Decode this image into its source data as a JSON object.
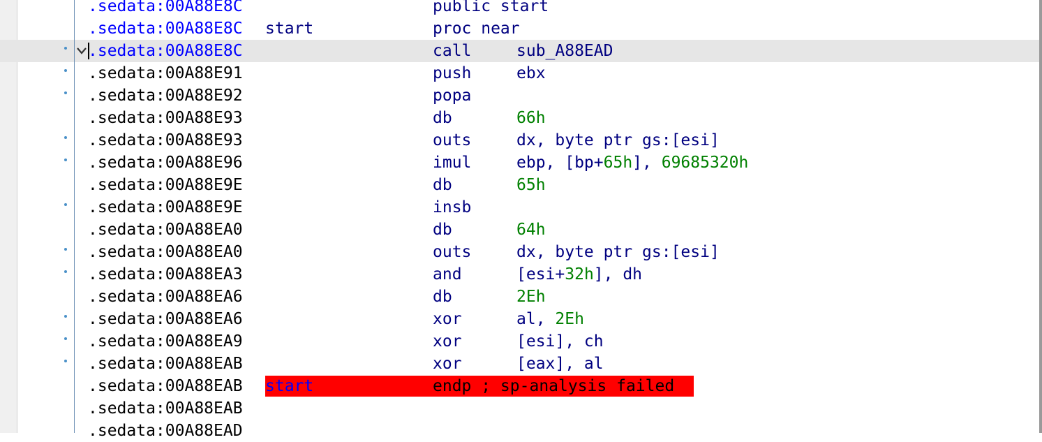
{
  "theme": {
    "segment_blue": "#0000ff",
    "mnemonic": "#000080",
    "number": "#008000",
    "label_blue": "#0000ff",
    "current_row_bg": "#e6e6e6",
    "error_bg": "#ff0000",
    "gutter_dot": "#4a90c8"
  },
  "current_row_icon": "chevron-down-icon",
  "rows": [
    {
      "addr": ".sedata:00A88E8C",
      "addr_color": "blue",
      "label": "",
      "mnemonic": "public start",
      "operands": [],
      "dot": false
    },
    {
      "addr": ".sedata:00A88E8C",
      "addr_color": "blue",
      "label": "start",
      "mnemonic": "proc near",
      "operands": [],
      "dot": false
    },
    {
      "addr": ".sedata:00A88E8C",
      "addr_color": "blue",
      "label": "",
      "mnemonic": "call",
      "operands": [
        {
          "t": "sub_A88EAD",
          "c": "navy"
        }
      ],
      "dot": true,
      "current": true
    },
    {
      "addr": ".sedata:00A88E91",
      "addr_color": "black",
      "label": "",
      "mnemonic": "push",
      "operands": [
        {
          "t": "ebx",
          "c": "navy"
        }
      ],
      "dot": true
    },
    {
      "addr": ".sedata:00A88E92",
      "addr_color": "black",
      "label": "",
      "mnemonic": "popa",
      "operands": [],
      "dot": true
    },
    {
      "addr": ".sedata:00A88E93",
      "addr_color": "black",
      "label": "",
      "mnemonic": "db",
      "operands": [
        {
          "t": "66h",
          "c": "green"
        }
      ],
      "dot": false
    },
    {
      "addr": ".sedata:00A88E93",
      "addr_color": "black",
      "label": "",
      "mnemonic": "outs",
      "operands": [
        {
          "t": "dx, byte ptr gs:[esi]",
          "c": "navy"
        }
      ],
      "dot": true
    },
    {
      "addr": ".sedata:00A88E96",
      "addr_color": "black",
      "label": "",
      "mnemonic": "imul",
      "operands": [
        {
          "t": "ebp, [bp+",
          "c": "navy"
        },
        {
          "t": "65h",
          "c": "green"
        },
        {
          "t": "], ",
          "c": "navy"
        },
        {
          "t": "69685320h",
          "c": "green"
        }
      ],
      "dot": true
    },
    {
      "addr": ".sedata:00A88E9E",
      "addr_color": "black",
      "label": "",
      "mnemonic": "db",
      "operands": [
        {
          "t": "65h",
          "c": "green"
        }
      ],
      "dot": false
    },
    {
      "addr": ".sedata:00A88E9E",
      "addr_color": "black",
      "label": "",
      "mnemonic": "insb",
      "operands": [],
      "dot": true
    },
    {
      "addr": ".sedata:00A88EA0",
      "addr_color": "black",
      "label": "",
      "mnemonic": "db",
      "operands": [
        {
          "t": "64h",
          "c": "green"
        }
      ],
      "dot": false
    },
    {
      "addr": ".sedata:00A88EA0",
      "addr_color": "black",
      "label": "",
      "mnemonic": "outs",
      "operands": [
        {
          "t": "dx, byte ptr gs:[esi]",
          "c": "navy"
        }
      ],
      "dot": true
    },
    {
      "addr": ".sedata:00A88EA3",
      "addr_color": "black",
      "label": "",
      "mnemonic": "and",
      "operands": [
        {
          "t": "[esi+",
          "c": "navy"
        },
        {
          "t": "32h",
          "c": "green"
        },
        {
          "t": "], dh",
          "c": "navy"
        }
      ],
      "dot": true
    },
    {
      "addr": ".sedata:00A88EA6",
      "addr_color": "black",
      "label": "",
      "mnemonic": "db",
      "operands": [
        {
          "t": "2Eh",
          "c": "green"
        }
      ],
      "dot": false
    },
    {
      "addr": ".sedata:00A88EA6",
      "addr_color": "black",
      "label": "",
      "mnemonic": "xor",
      "operands": [
        {
          "t": "al, ",
          "c": "navy"
        },
        {
          "t": "2Eh",
          "c": "green"
        }
      ],
      "dot": true
    },
    {
      "addr": ".sedata:00A88EA9",
      "addr_color": "black",
      "label": "",
      "mnemonic": "xor",
      "operands": [
        {
          "t": "[esi], ch",
          "c": "navy"
        }
      ],
      "dot": true
    },
    {
      "addr": ".sedata:00A88EAB",
      "addr_color": "black",
      "label": "",
      "mnemonic": "xor",
      "operands": [
        {
          "t": "[eax], al",
          "c": "navy"
        }
      ],
      "dot": true
    },
    {
      "addr": ".sedata:00A88EAB",
      "addr_color": "black",
      "label": "start",
      "mnemonic": "endp ; sp-analysis failed",
      "operands": [],
      "dot": false,
      "error": true
    },
    {
      "addr": ".sedata:00A88EAB",
      "addr_color": "black",
      "label": "",
      "mnemonic": "",
      "operands": [],
      "dot": false
    },
    {
      "addr": ".sedata:00A88EAD",
      "addr_color": "black",
      "label": "",
      "mnemonic": "",
      "operands": [],
      "dot": false
    }
  ]
}
